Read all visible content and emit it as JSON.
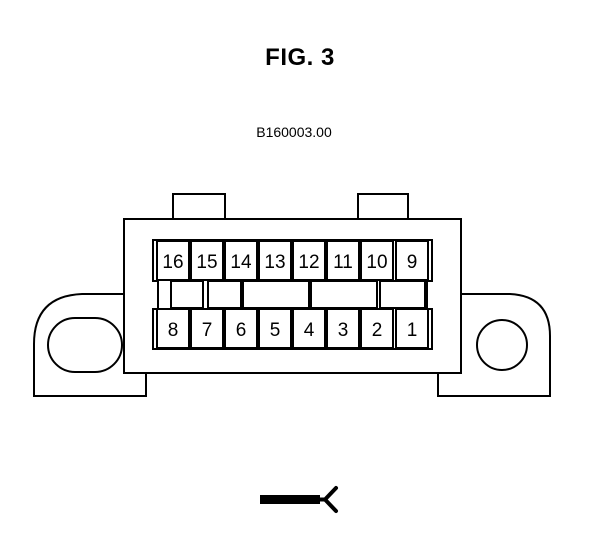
{
  "figure": {
    "title": "FIG. 3",
    "code": "B160003.00"
  },
  "connector": {
    "top_row_pins": [
      "16",
      "15",
      "14",
      "13",
      "12",
      "11",
      "10",
      "9"
    ],
    "bottom_row_pins": [
      "8",
      "7",
      "6",
      "5",
      "4",
      "3",
      "2",
      "1"
    ]
  },
  "symbols": {
    "bottom": "connector-arrow-icon"
  }
}
